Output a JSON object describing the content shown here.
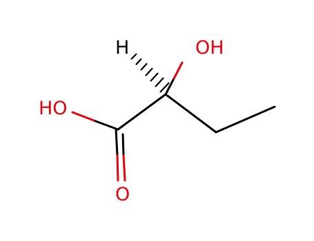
{
  "molecule": {
    "atoms": {
      "h": {
        "text": "H",
        "color": "#000000"
      },
      "oh_top": {
        "text": "OH",
        "color": "#e8000b"
      },
      "ho_left": {
        "text": "HO",
        "color": "#e8000b"
      },
      "o_bottom": {
        "text": "O",
        "color": "#e8000b"
      }
    },
    "colors": {
      "bond": "#000000",
      "oxygen": "#e8000b"
    }
  }
}
